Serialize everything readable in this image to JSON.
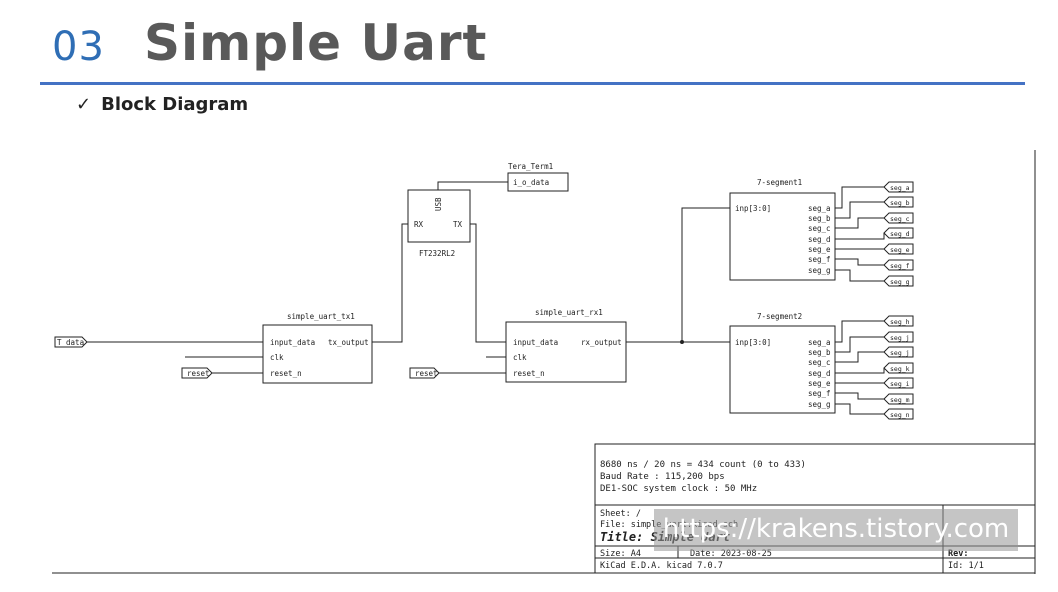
{
  "header": {
    "section_number": "03",
    "title": "Simple Uart"
  },
  "bullet": {
    "check": "✓",
    "label": "Block Diagram"
  },
  "diagram": {
    "blocks": {
      "tera_term": {
        "name": "Tera_Term1",
        "pin": "i_o_data"
      },
      "ft232": {
        "name": "FT232RL2",
        "usb": "USB",
        "rx": "RX",
        "tx": "TX"
      },
      "uart_tx": {
        "name": "simple_uart_tx1",
        "pins_in": [
          "input_data",
          "clk",
          "reset_n"
        ],
        "pin_out": "tx_output"
      },
      "uart_rx": {
        "name": "simple_uart_rx1",
        "pins_in": [
          "input_data",
          "clk",
          "reset_n"
        ],
        "pin_out": "rx_output"
      },
      "seg1": {
        "name": "7-segment1",
        "input": "inp[3:0]",
        "outputs": [
          "seg_a",
          "seg_b",
          "seg_c",
          "seg_d",
          "seg_e",
          "seg_f",
          "seg_g"
        ]
      },
      "seg2": {
        "name": "7-segment2",
        "input": "inp[3:0]",
        "outputs": [
          "seg_a",
          "seg_b",
          "seg_c",
          "seg_d",
          "seg_e",
          "seg_f",
          "seg_g"
        ]
      }
    },
    "labels": {
      "t_data": "T_data",
      "reset": "reset",
      "seg1_out": [
        "seg_a",
        "seg_b",
        "seg_c",
        "seg_d",
        "seg_e",
        "seg_f",
        "seg_g"
      ],
      "seg2_out": [
        "seg_h",
        "seg_j",
        "seg_j",
        "seg_k",
        "seg_i",
        "seg_m",
        "seg_n"
      ]
    }
  },
  "notes": [
    "8680 ns / 20 ns = 434 count (0 to 433)",
    "Baud Rate  : 115,200 bps",
    "DE1-SOC system clock : 50 MHz"
  ],
  "title_block": {
    "sheet": "Sheet: /",
    "file": "File: simple_uart.kicad_sch",
    "title": "Title: Simple Uart",
    "size": "Size: A4",
    "date": "Date: 2023-08-25",
    "rev": "Rev:",
    "kicad": "KiCad E.D.A.  kicad 7.0.7",
    "id": "Id: 1/1"
  },
  "watermark": "https://krakens.tistory.com"
}
